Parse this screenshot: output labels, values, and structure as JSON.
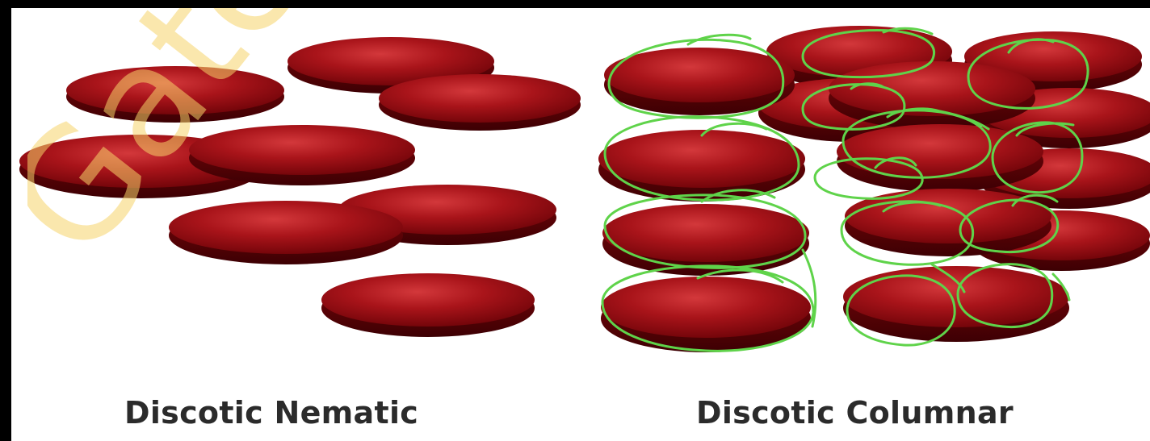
{
  "panels": {
    "left": {
      "caption": "Discotic Nematic"
    },
    "right": {
      "caption": "Discotic Columnar"
    }
  },
  "watermark": {
    "text": "Gate"
  },
  "colors": {
    "disc_dark": "#5e0206",
    "disc_mid": "#9a0c12",
    "disc_light": "#c72a2e",
    "annotation_green": "#5fd34a",
    "watermark_yellow": "#f6d46a",
    "background": "#ffffff",
    "frame": "#000000"
  }
}
